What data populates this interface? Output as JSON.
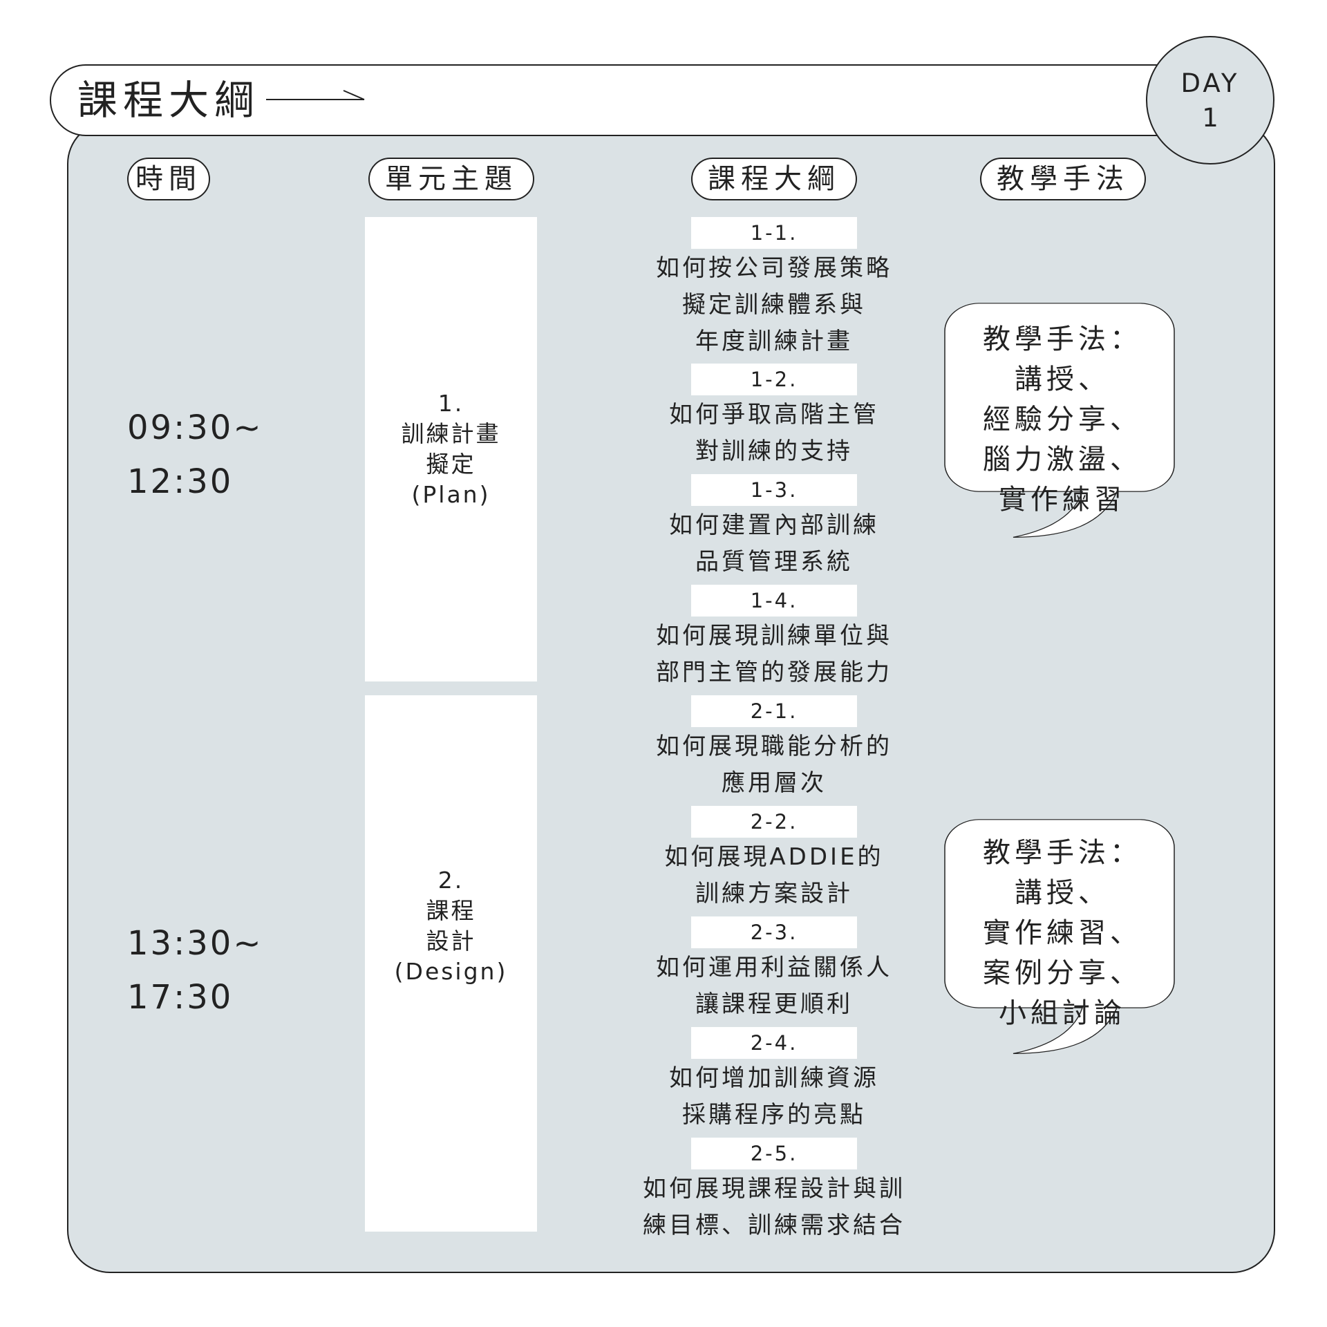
{
  "header": {
    "title": "課程大綱",
    "day_label": "DAY",
    "day_number": "1"
  },
  "columns": [
    "時間",
    "單元主題",
    "課程大綱",
    "教學手法"
  ],
  "sessions": [
    {
      "time_start": "09:30~",
      "time_end": "12:30",
      "unit": [
        "1.",
        "訓練計畫",
        "擬定",
        "(Plan)"
      ],
      "topics": [
        {
          "num": "1-1.",
          "lines": [
            "如何按公司發展策略",
            "擬定訓練體系與",
            "年度訓練計畫"
          ]
        },
        {
          "num": "1-2.",
          "lines": [
            "如何爭取高階主管",
            "對訓練的支持"
          ]
        },
        {
          "num": "1-3.",
          "lines": [
            "如何建置內部訓練",
            "品質管理系統"
          ]
        },
        {
          "num": "1-4.",
          "lines": [
            "如何展現訓練單位與",
            "部門主管的發展能力"
          ]
        }
      ],
      "methods": [
        "教學手法：",
        "講授、",
        "經驗分享、",
        "腦力激盪、",
        "實作練習"
      ]
    },
    {
      "time_start": "13:30~",
      "time_end": "17:30",
      "unit": [
        "2.",
        "課程",
        "設計",
        "(Design)"
      ],
      "topics": [
        {
          "num": "2-1.",
          "lines": [
            "如何展現職能分析的",
            "應用層次"
          ]
        },
        {
          "num": "2-2.",
          "lines": [
            "如何展現ADDIE的",
            "訓練方案設計"
          ]
        },
        {
          "num": "2-3.",
          "lines": [
            "如何運用利益關係人",
            "讓課程更順利"
          ]
        },
        {
          "num": "2-4.",
          "lines": [
            "如何增加訓練資源",
            "採購程序的亮點"
          ]
        },
        {
          "num": "2-5.",
          "lines": [
            "如何展現課程設計與訓",
            "練目標、訓練需求結合"
          ]
        }
      ],
      "methods": [
        "教學手法：",
        "講授、",
        "實作練習、",
        "案例分享、",
        "小組討論"
      ]
    }
  ],
  "colors": {
    "panel": "#dbe2e5",
    "line": "#222222",
    "box": "#ffffff"
  }
}
